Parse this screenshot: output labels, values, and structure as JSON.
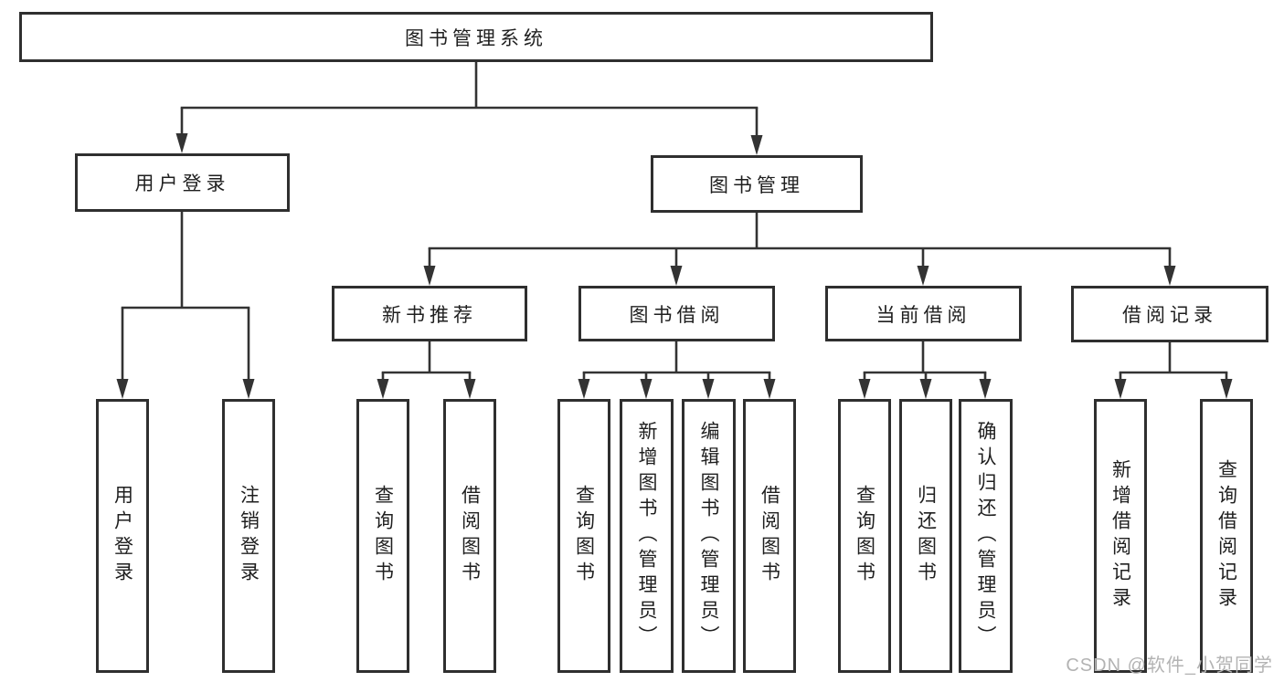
{
  "tree": {
    "root": {
      "label": "图书管理系统"
    },
    "level2": [
      {
        "label": "用户登录"
      },
      {
        "label": "图书管理"
      }
    ],
    "level3": [
      {
        "label": "新书推荐"
      },
      {
        "label": "图书借阅"
      },
      {
        "label": "当前借阅"
      },
      {
        "label": "借阅记录"
      }
    ],
    "leaves": [
      {
        "label": "用户登录"
      },
      {
        "label": "注销登录"
      },
      {
        "label": "查询图书"
      },
      {
        "label": "借阅图书"
      },
      {
        "label": "查询图书"
      },
      {
        "label": "新增图书（管理员）"
      },
      {
        "label": "编辑图书（管理员）"
      },
      {
        "label": "借阅图书"
      },
      {
        "label": "查询图书"
      },
      {
        "label": "归还图书"
      },
      {
        "label": "确认归还（管理员）"
      },
      {
        "label": "新增借阅记录"
      },
      {
        "label": "查询借阅记录"
      }
    ]
  },
  "watermark": "CSDN @软件_小贺同学",
  "colors": {
    "line": "#333333",
    "border": "#2f2f2f",
    "text": "#1f1f1f",
    "watermark": "#b3b3b3",
    "background": "#ffffff"
  }
}
